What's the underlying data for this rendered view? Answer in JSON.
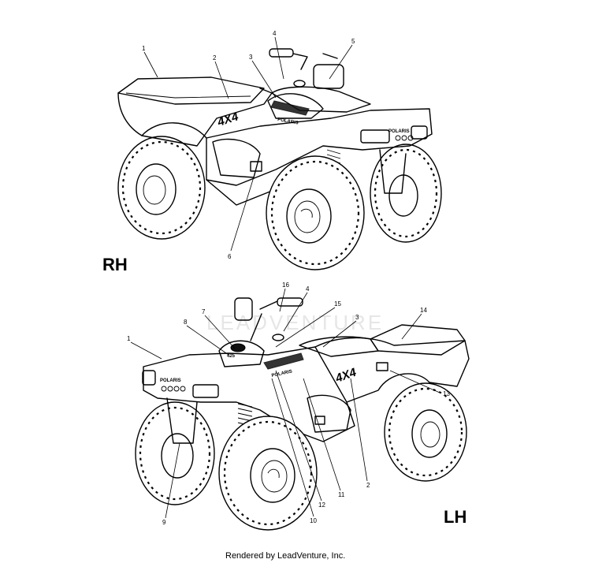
{
  "views": {
    "rh": {
      "label": "RH"
    },
    "lh": {
      "label": "LH"
    }
  },
  "watermark": {
    "text": "LEADVENTURE"
  },
  "decals": {
    "brand": "POLARIS",
    "model": "4X4",
    "fuel": "425"
  },
  "callouts_rh": [
    "1",
    "2",
    "3",
    "4",
    "5",
    "6"
  ],
  "callouts_lh": [
    "16",
    "4",
    "7",
    "8",
    "15",
    "3",
    "14",
    "1",
    "13",
    "2",
    "11",
    "12",
    "10",
    "9"
  ],
  "footer": {
    "text": "Rendered by LeadVenture, Inc."
  }
}
